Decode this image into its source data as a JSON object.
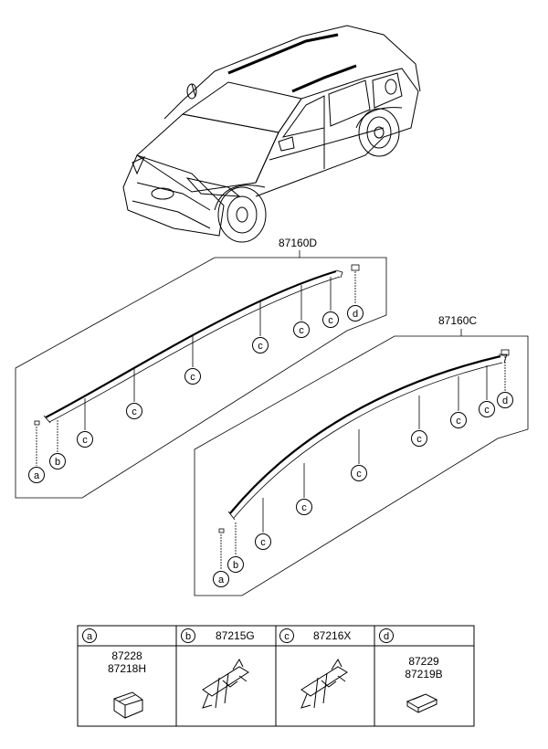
{
  "assemblies": {
    "front": {
      "part_number": "87160D"
    },
    "rear": {
      "part_number": "87160C"
    }
  },
  "callouts": {
    "a": "a",
    "b": "b",
    "c": "c",
    "d": "d"
  },
  "legend": {
    "columns": [
      {
        "letter": "a",
        "header_part": "",
        "parts": [
          "87228",
          "87218H"
        ]
      },
      {
        "letter": "b",
        "header_part": "87215G",
        "parts": []
      },
      {
        "letter": "c",
        "header_part": "87216X",
        "parts": []
      },
      {
        "letter": "d",
        "header_part": "",
        "parts": [
          "87229",
          "87219B"
        ]
      }
    ]
  }
}
